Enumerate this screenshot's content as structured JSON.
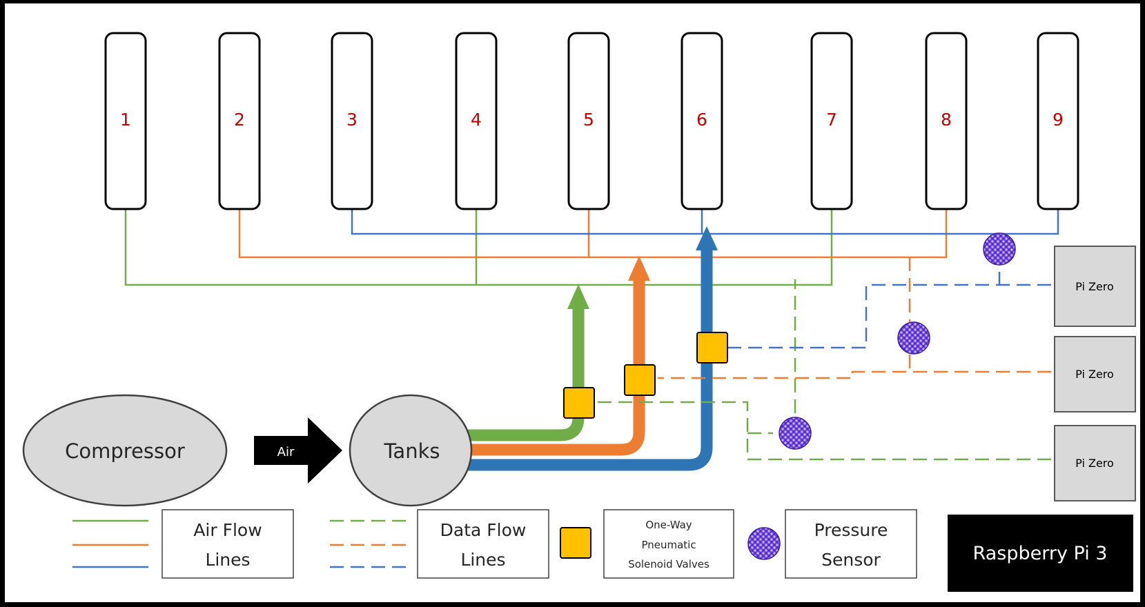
{
  "cylinders": [
    "1",
    "2",
    "3",
    "4",
    "5",
    "6",
    "7",
    "8",
    "9"
  ],
  "compressor_label": "Compressor",
  "arrow_label": "Air",
  "tanks_label": "Tanks",
  "pi_zero_labels": [
    "Pi Zero",
    "Pi Zero",
    "Pi Zero"
  ],
  "legend": {
    "air_flow": [
      "Air Flow",
      "Lines"
    ],
    "data_flow": [
      "Data Flow",
      "Lines"
    ],
    "valve": [
      "One-Way",
      "Pneumatic",
      "Solenoid Valves"
    ],
    "sensor": [
      "Pressure",
      "Sensor"
    ],
    "raspberry": "Raspberry Pi 3"
  },
  "colors": {
    "green": "#70ad47",
    "orange": "#ed7d31",
    "blue": "#4472c4",
    "thick_blue": "#2e75b6",
    "valve": "#ffc000",
    "sensor": "#6a3fd8",
    "cylinder_label": "#c00000",
    "box_gray": "#d9d9d9"
  }
}
